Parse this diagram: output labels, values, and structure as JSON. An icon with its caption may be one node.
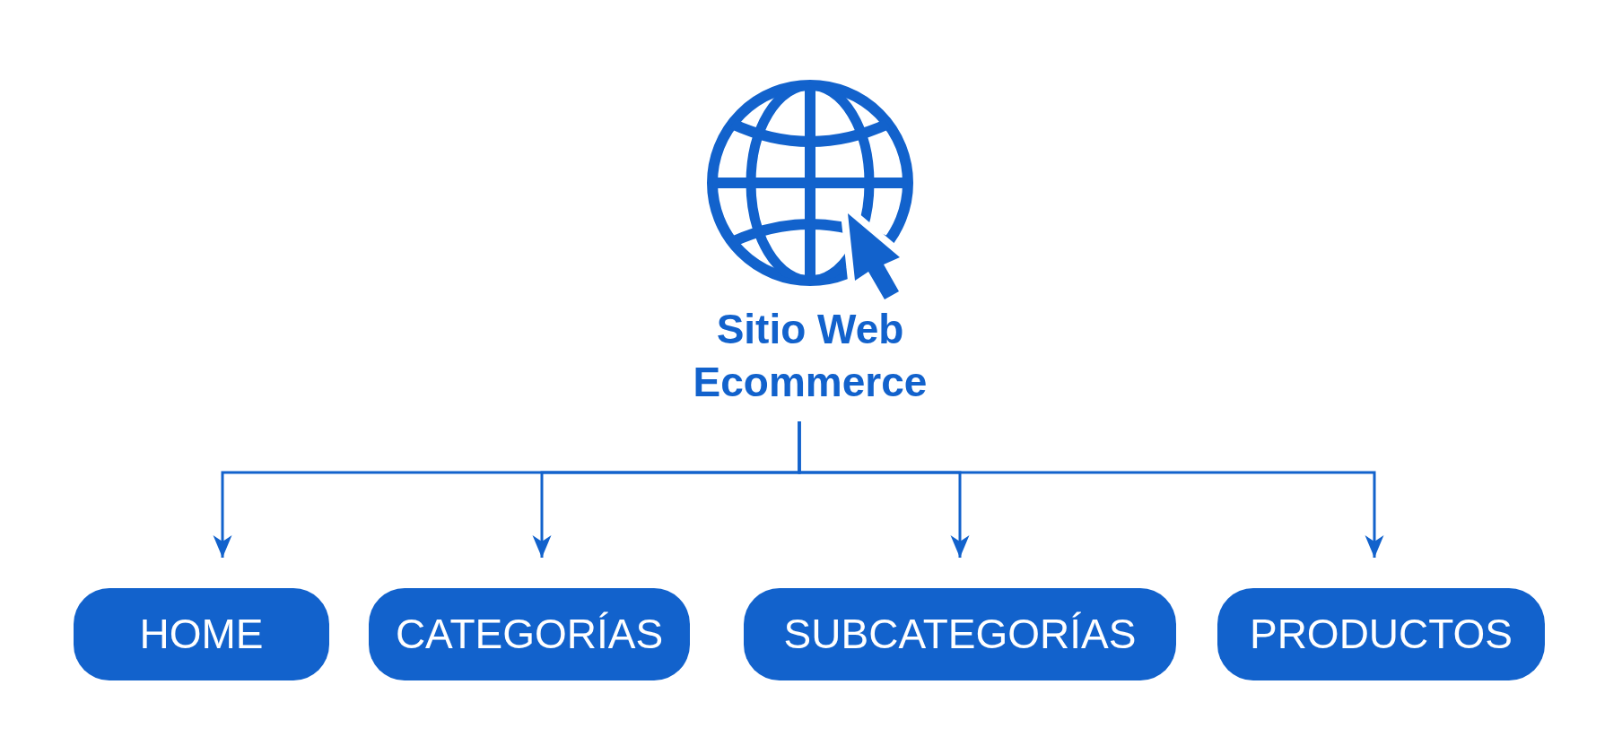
{
  "diagram": {
    "nodes": [
      {
        "text": [
          "Sitio Web Ecommerce"
        ]
      },
      {
        "text": [
          "HOME"
        ]
      },
      {
        "text": [
          "CATEGORÍAS"
        ]
      },
      {
        "text": [
          "SUBCATEGORÍAS"
        ]
      },
      {
        "text": [
          "PRODUCTOS"
        ]
      }
    ],
    "edges": [
      {
        "from": 0,
        "to": 1,
        "arrow": "to"
      },
      {
        "from": 0,
        "to": 2,
        "arrow": "to"
      },
      {
        "from": 0,
        "to": 3,
        "arrow": "to"
      },
      {
        "from": 0,
        "to": 4,
        "arrow": "to"
      }
    ]
  }
}
